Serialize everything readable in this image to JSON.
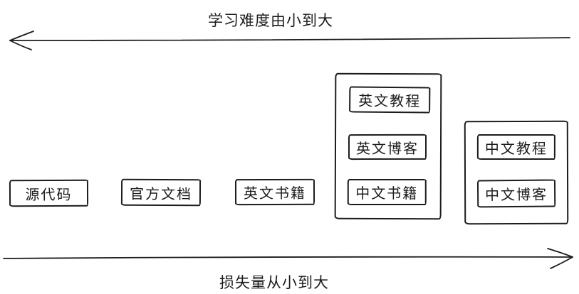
{
  "diagram": {
    "top_axis": {
      "label": "学习难度由小到大",
      "direction": "left"
    },
    "bottom_axis": {
      "label": "损失量从小到大",
      "direction": "right"
    },
    "boxes": [
      {
        "label": "源代码"
      },
      {
        "label": "官方文档"
      },
      {
        "label": "英文书籍"
      }
    ],
    "groups": [
      {
        "name": "english-and-chinese-books-group",
        "items": [
          {
            "label": "英文教程"
          },
          {
            "label": "英文博客"
          },
          {
            "label": "中文书籍"
          }
        ]
      },
      {
        "name": "chinese-resources-group",
        "items": [
          {
            "label": "中文教程"
          },
          {
            "label": "中文博客"
          }
        ]
      }
    ],
    "colors": {
      "stroke": "#1c1c1c",
      "background": "#ffffff"
    }
  }
}
